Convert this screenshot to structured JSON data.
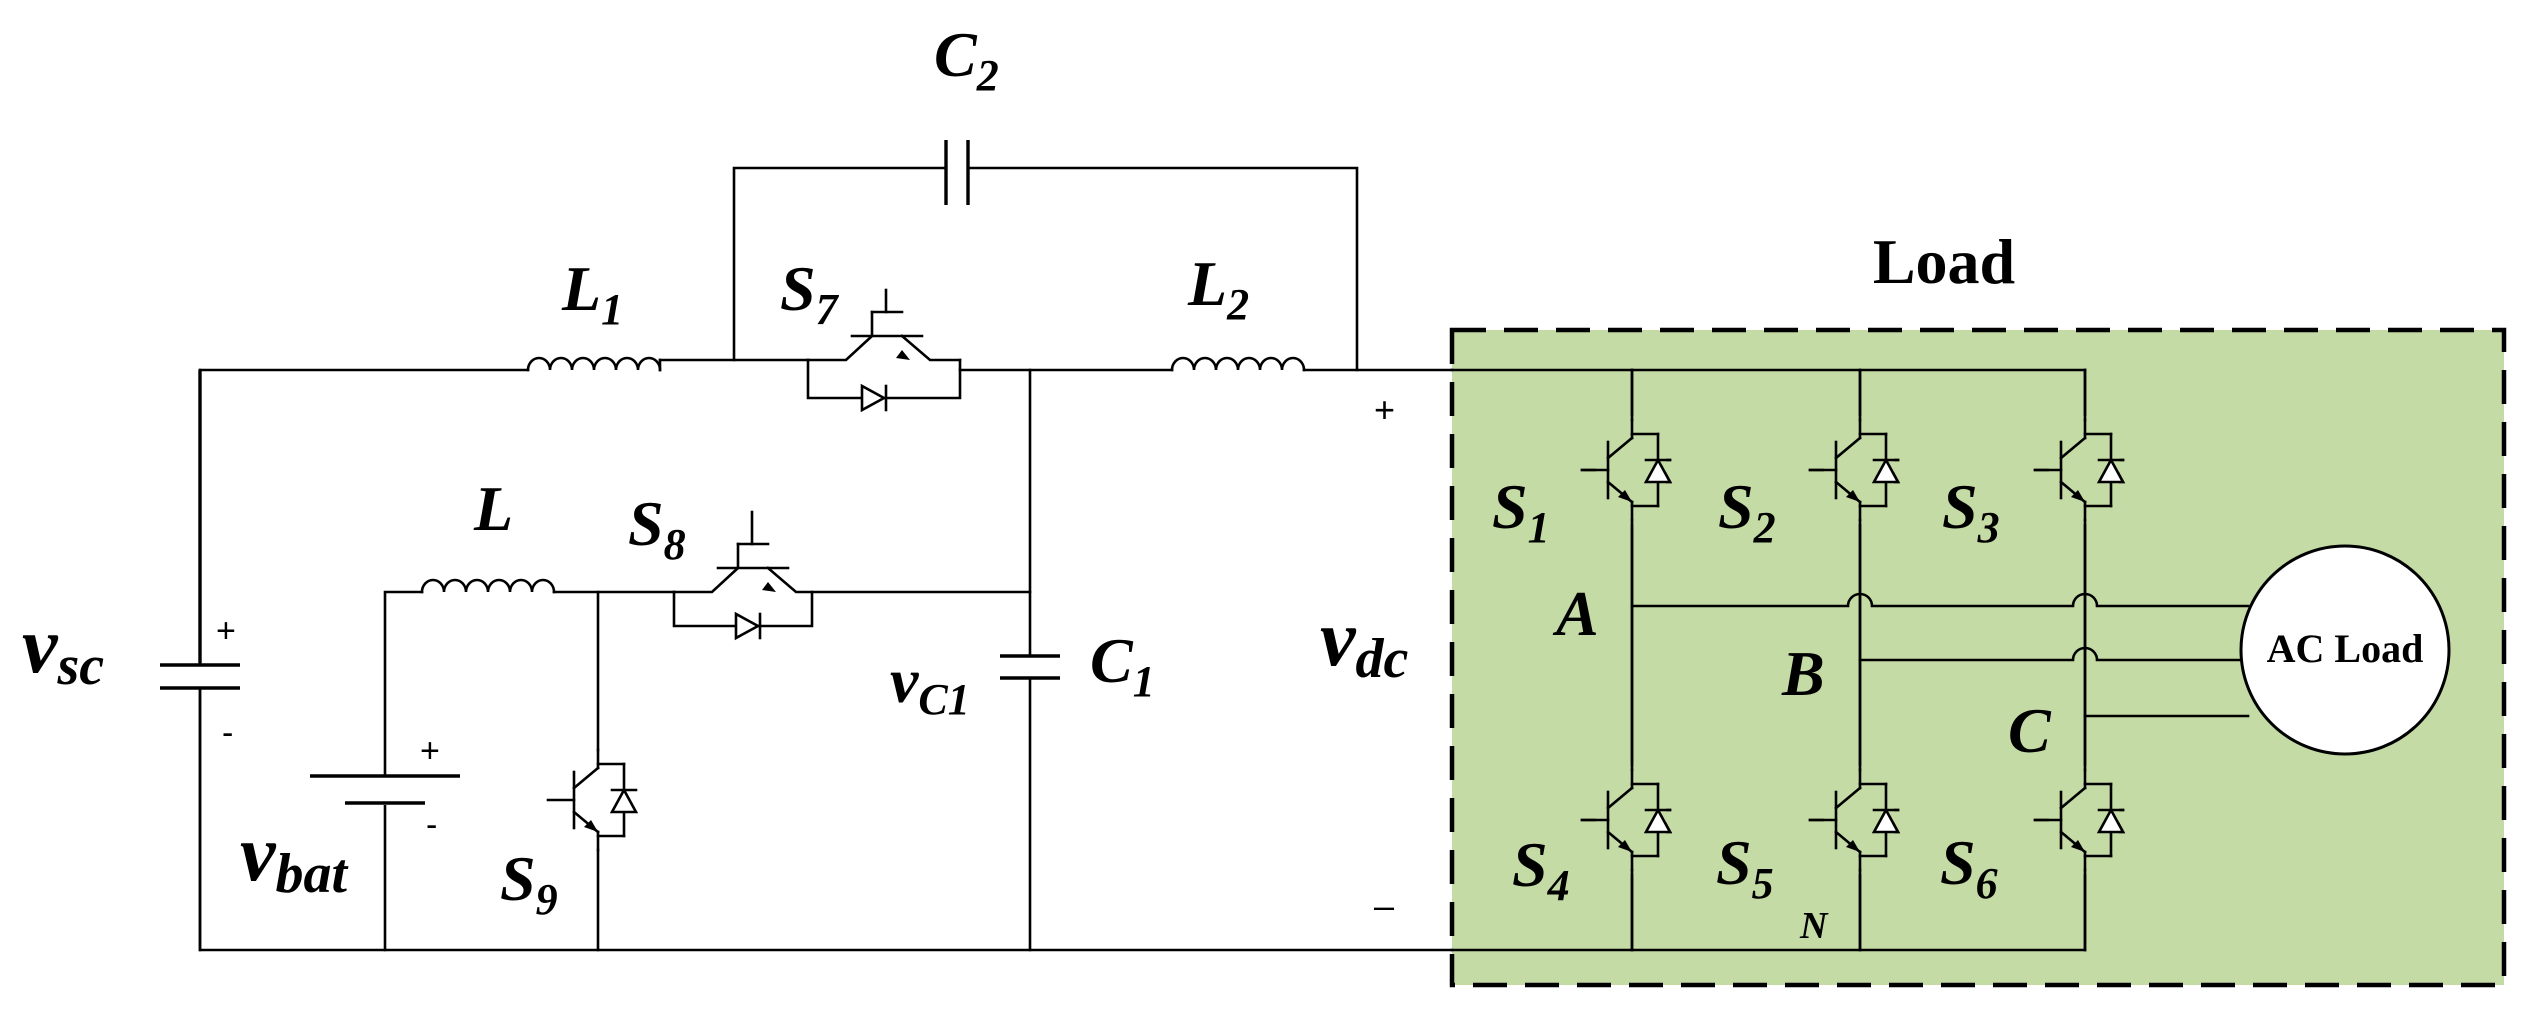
{
  "load_region": {
    "title": "Load",
    "fill": "#c4dba5"
  },
  "ac_load": "AC Load",
  "labels": {
    "C2": {
      "main": "C",
      "sub": "2"
    },
    "L1": {
      "main": "L",
      "sub": "1"
    },
    "S7": {
      "main": "S",
      "sub": "7"
    },
    "L2": {
      "main": "L",
      "sub": "2"
    },
    "L": {
      "main": "L"
    },
    "S8": {
      "main": "S",
      "sub": "8"
    },
    "vsc": {
      "main": "v",
      "sub": "sc"
    },
    "vbat": {
      "main": "v",
      "sub": "bat"
    },
    "S9": {
      "main": "S",
      "sub": "9"
    },
    "vC1": {
      "main": "v",
      "sub": "C1"
    },
    "C1": {
      "main": "C",
      "sub": "1"
    },
    "vdc": {
      "main": "v",
      "sub": "dc"
    },
    "S1": {
      "main": "S",
      "sub": "1"
    },
    "S2": {
      "main": "S",
      "sub": "2"
    },
    "S3": {
      "main": "S",
      "sub": "3"
    },
    "S4": {
      "main": "S",
      "sub": "4"
    },
    "S5": {
      "main": "S",
      "sub": "5"
    },
    "S6": {
      "main": "S",
      "sub": "6"
    },
    "A": {
      "main": "A"
    },
    "B": {
      "main": "B"
    },
    "C": {
      "main": "C"
    },
    "N": {
      "main": "N"
    }
  },
  "signs": {
    "vsc_plus": "+",
    "vsc_minus": "-",
    "vbat_plus": "+",
    "vbat_minus": "-",
    "vdc_plus": "+",
    "vdc_minus": "–"
  }
}
